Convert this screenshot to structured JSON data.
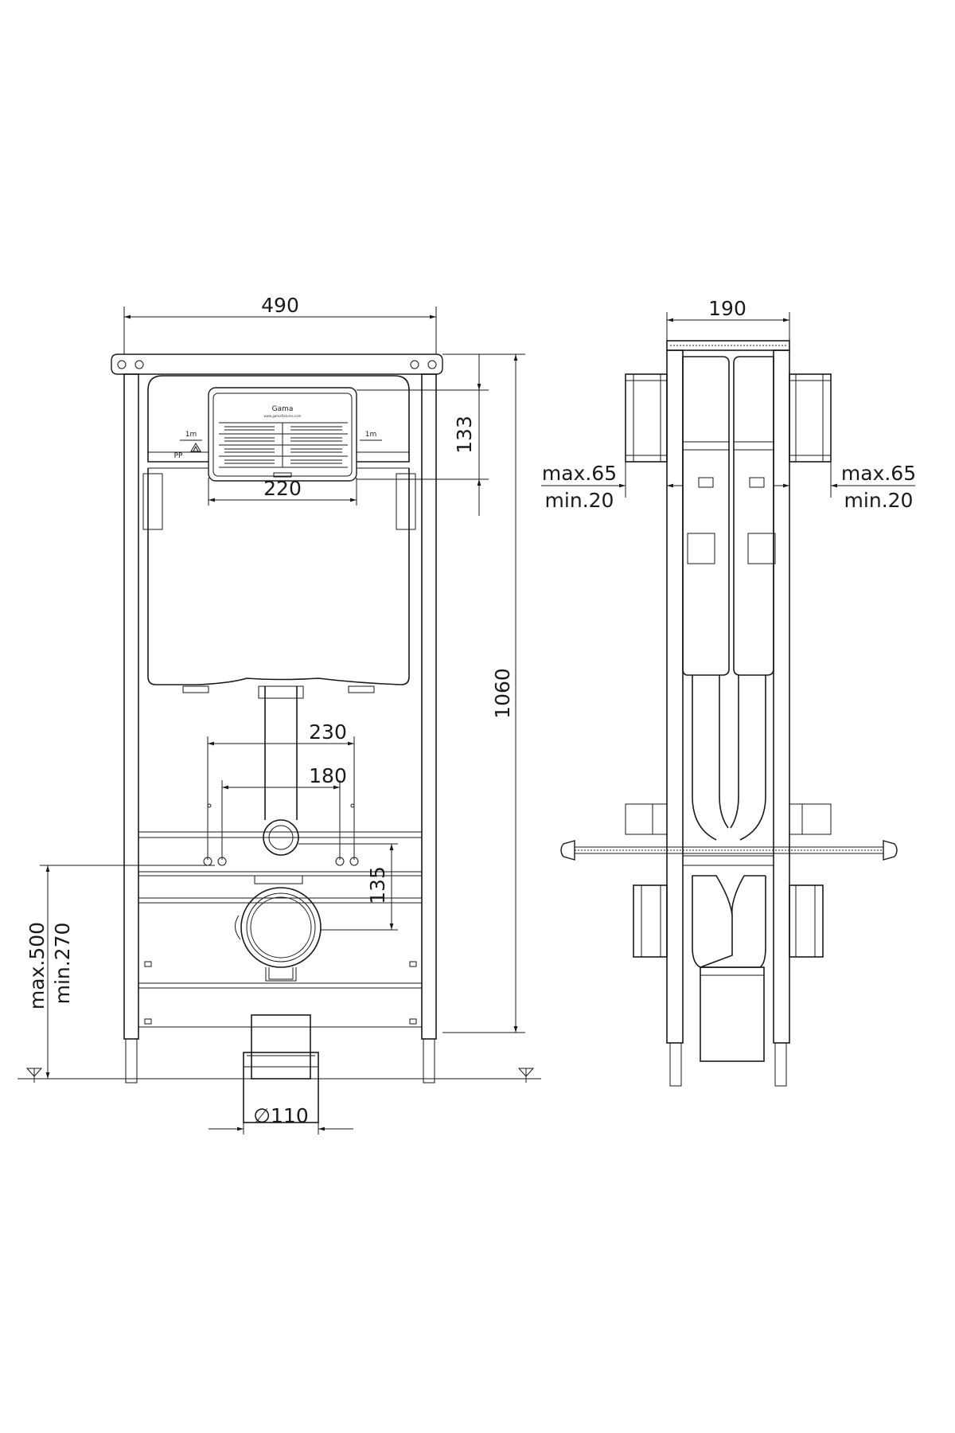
{
  "dimensions": {
    "width_490": "490",
    "height_133": "133",
    "panel_220": "220",
    "height_1060": "1060",
    "spacing_230": "230",
    "spacing_180": "180",
    "height_135": "135",
    "adjust_max500": "max.500",
    "adjust_min270": "min.270",
    "pipe_d110": "∅110",
    "depth_190": "190",
    "wall_max65_left": "max.65",
    "wall_min20_left": "min.20",
    "wall_max65_right": "max.65",
    "wall_min20_right": "min.20"
  },
  "panel": {
    "brand": "Gama",
    "website": "www.gamafixtures.com",
    "level_left": "1m",
    "level_right": "1m",
    "material": "PP"
  },
  "colors": {
    "line": "#1a1a1a",
    "background": "#ffffff"
  }
}
